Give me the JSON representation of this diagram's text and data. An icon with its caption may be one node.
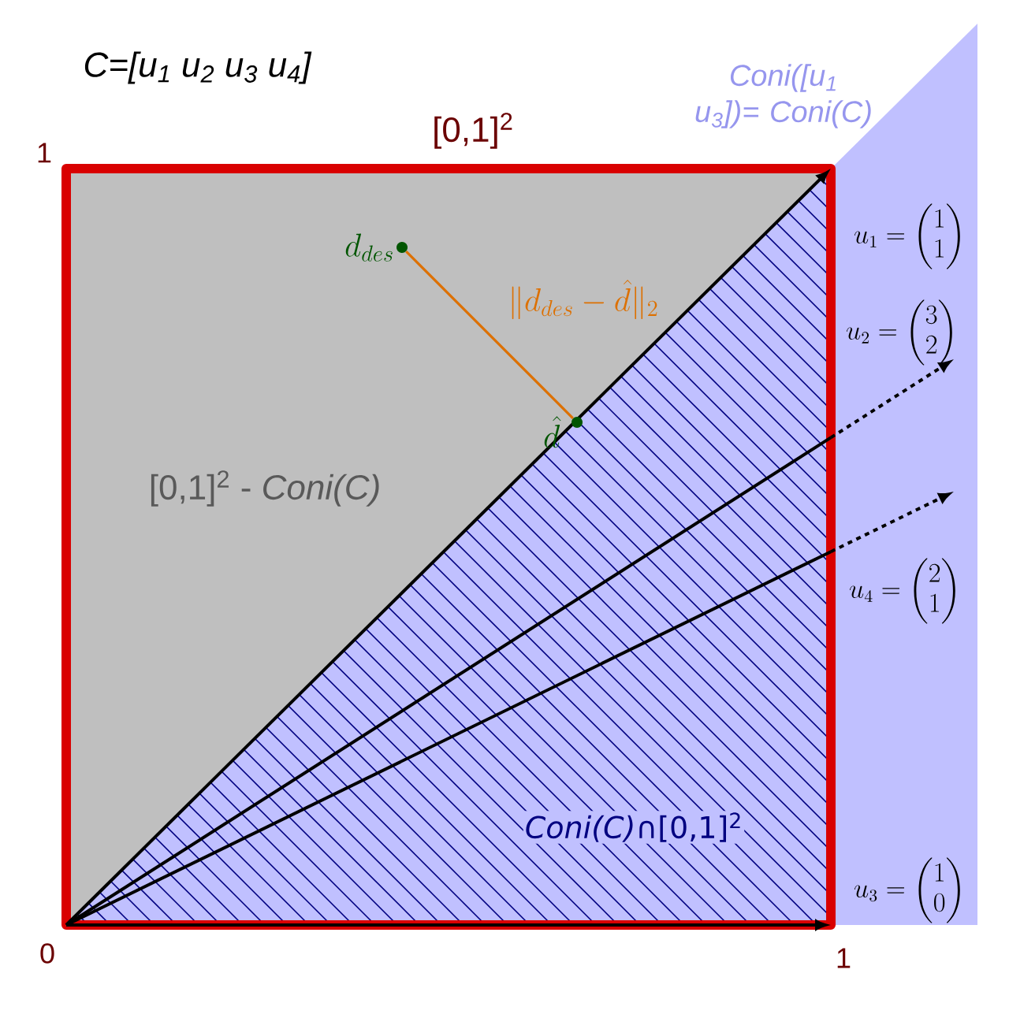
{
  "diagram": {
    "nodes": [
      {
        "text": [
          "d_{des}"
        ]
      },
      {
        "text": [
          "\\hat{d}"
        ]
      }
    ],
    "edges": [
      {
        "from": 0,
        "to": 1,
        "arrow": "none",
        "label": "\\|d_{des}-\\hat{d}\\|_2",
        "color": "#dd7000"
      }
    ],
    "labels": [
      "C=[u$_{1}$ u$_{2}$ u$_{3}$ u$_{4}$]",
      "Coni([u$_{1}$ u$_{3}$])= Coni(C)",
      "[0,1]$^{2}$",
      "1",
      "u_1=\\begin{pmatrix}1\\\\1\\end{pmatrix}",
      "u_2=\\begin{pmatrix}3\\\\2\\end{pmatrix}",
      "[0,1]$^{2}$ - *Coni(C)*",
      "u_4=\\begin{pmatrix}2\\\\1\\end{pmatrix}",
      "*Coni(C)*∩[0,1]$^{2}$",
      "u_3=\\begin{pmatrix}1\\\\0\\end{pmatrix}",
      "0",
      "1"
    ]
  }
}
